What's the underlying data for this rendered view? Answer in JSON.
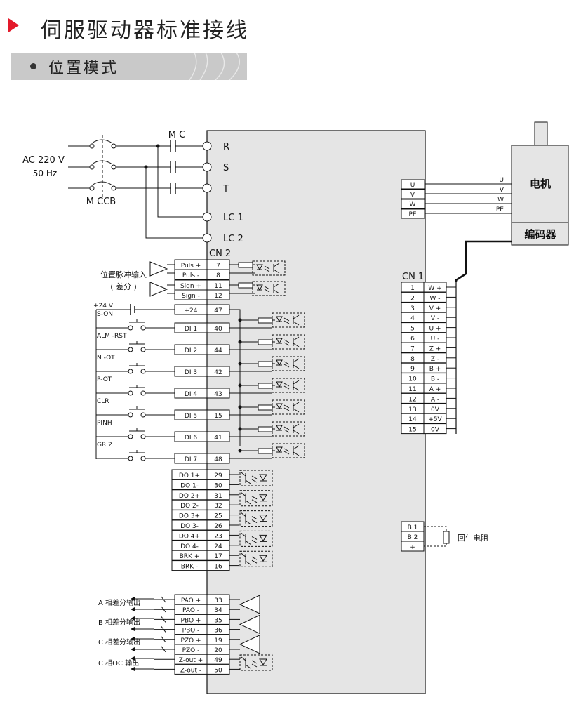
{
  "header": {
    "title": "伺服驱动器标准接线",
    "mode": "位置模式"
  },
  "colors": {
    "accent": "#e3192a",
    "bar": "#c9c9c9",
    "body": "#e5e5e5"
  },
  "power": {
    "ac_label": "AC 220 V",
    "hz_label": "50 Hz",
    "mc_label": "M C",
    "mccb_label": "M CCB",
    "terminals": [
      "R",
      "S",
      "T",
      "LC 1",
      "LC 2"
    ]
  },
  "motor": {
    "label": "电机",
    "encoder": "编码器",
    "pins": [
      "U",
      "V",
      "W",
      "PE"
    ],
    "wire_labels": [
      "U",
      "V",
      "W",
      "PE"
    ]
  },
  "cn2": {
    "label": "CN 2",
    "pulse_input_label": "位置脉冲输入",
    "pulse_input_sub": "( 差分 )",
    "pulse_rows": [
      {
        "name": "Puls +",
        "pin": "7"
      },
      {
        "name": "Puls -",
        "pin": "8"
      },
      {
        "name": "Sign +",
        "pin": "11"
      },
      {
        "name": "Sign -",
        "pin": "12"
      }
    ],
    "supply_label": "+24 V",
    "supply_row": {
      "name": "+24",
      "pin": "47"
    },
    "di_rows": [
      {
        "label": "S-ON",
        "name": "DI 1",
        "pin": "40"
      },
      {
        "label": "ALM -RST",
        "name": "DI 2",
        "pin": "44"
      },
      {
        "label": "N -OT",
        "name": "DI 3",
        "pin": "42"
      },
      {
        "label": "P-OT",
        "name": "DI 4",
        "pin": "43"
      },
      {
        "label": "CLR",
        "name": "DI 5",
        "pin": "15"
      },
      {
        "label": "PINH",
        "name": "DI 6",
        "pin": "41"
      },
      {
        "label": "GR 2",
        "name": "DI 7",
        "pin": "48"
      }
    ],
    "do_rows": [
      {
        "name": "DO 1+",
        "pin": "29"
      },
      {
        "name": "DO 1-",
        "pin": "30"
      },
      {
        "name": "DO 2+",
        "pin": "31"
      },
      {
        "name": "DO 2-",
        "pin": "32"
      },
      {
        "name": "DO 3+",
        "pin": "25"
      },
      {
        "name": "DO 3-",
        "pin": "26"
      },
      {
        "name": "DO 4+",
        "pin": "23"
      },
      {
        "name": "DO 4-",
        "pin": "24"
      },
      {
        "name": "BRK +",
        "pin": "17"
      },
      {
        "name": "BRK -",
        "pin": "16"
      }
    ],
    "out_rows": [
      {
        "name": "PAO +",
        "pin": "33"
      },
      {
        "name": "PAO -",
        "pin": "34"
      },
      {
        "name": "PBO +",
        "pin": "35"
      },
      {
        "name": "PBO -",
        "pin": "36"
      },
      {
        "name": "PZO +",
        "pin": "19"
      },
      {
        "name": "PZO -",
        "pin": "20"
      },
      {
        "name": "Z-out +",
        "pin": "49"
      },
      {
        "name": "Z-out -",
        "pin": "50"
      }
    ],
    "out_labels": [
      "A 相差分输出",
      "B 相差分输出",
      "C 相差分输出",
      "C 相OC 输出"
    ]
  },
  "cn1": {
    "label": "CN 1",
    "rows": [
      {
        "pin": "1",
        "name": "W +"
      },
      {
        "pin": "2",
        "name": "W -"
      },
      {
        "pin": "3",
        "name": "V +"
      },
      {
        "pin": "4",
        "name": "V -"
      },
      {
        "pin": "5",
        "name": "U +"
      },
      {
        "pin": "6",
        "name": "U -"
      },
      {
        "pin": "7",
        "name": "Z +"
      },
      {
        "pin": "8",
        "name": "Z -"
      },
      {
        "pin": "9",
        "name": "B +"
      },
      {
        "pin": "10",
        "name": "B -"
      },
      {
        "pin": "11",
        "name": "A +"
      },
      {
        "pin": "12",
        "name": "A -"
      },
      {
        "pin": "13",
        "name": "0V"
      },
      {
        "pin": "14",
        "name": "+5V"
      },
      {
        "pin": "15",
        "name": "0V"
      }
    ]
  },
  "regen": {
    "pins": [
      "B 1",
      "B 2",
      "+"
    ],
    "label": "回生电阻"
  }
}
